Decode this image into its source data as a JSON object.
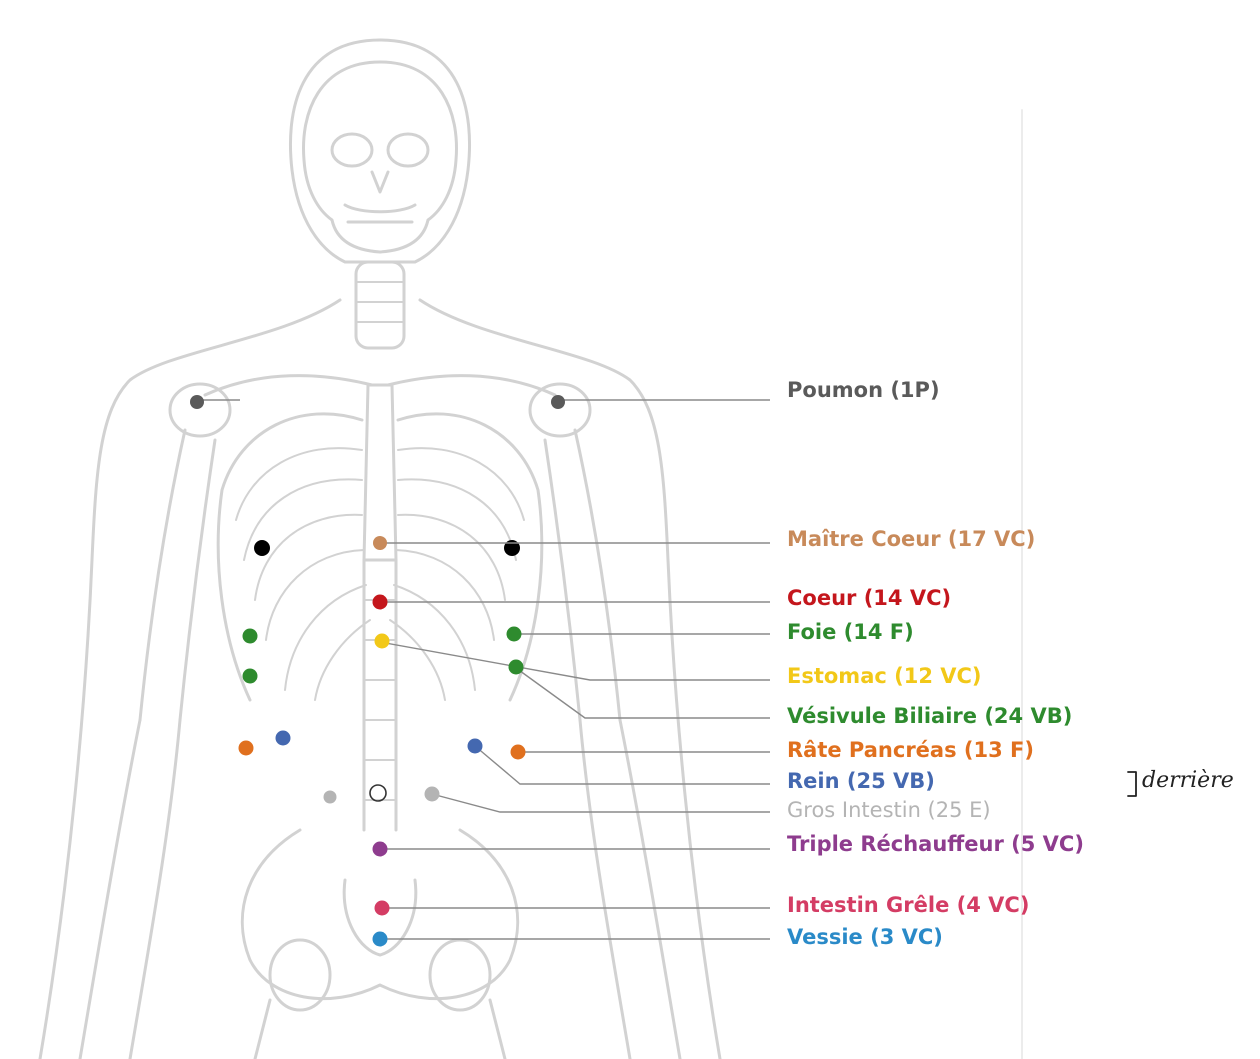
{
  "labels": [
    {
      "text": "Poumon (1P)",
      "color": "#5a5a5a"
    },
    {
      "text": "Maître Coeur (17 VC)",
      "color": "#c88a5a"
    },
    {
      "text": "Coeur (14 VC)",
      "color": "#c4161c"
    },
    {
      "text": "Foie (14 F)",
      "color": "#2e8b2e"
    },
    {
      "text": "Estomac (12 VC)",
      "color": "#f2c818"
    },
    {
      "text": "Vésivule Biliaire (24 VB)",
      "color": "#2e8b2e"
    },
    {
      "text": "Râte Pancréas (13 F)",
      "color": "#e0701e"
    },
    {
      "text": "Rein (25 VB)",
      "color": "#4468b0"
    },
    {
      "text": "Gros Intestin (25 E)",
      "color": "#b4b4b4"
    },
    {
      "text": "Triple Réchauffeur (5 VC)",
      "color": "#8e3c8e"
    },
    {
      "text": "Intestin Grêle (4 VC)",
      "color": "#d43c64"
    },
    {
      "text": "Vessie (3 VC)",
      "color": "#2a8ac8"
    }
  ],
  "annotation": {
    "text": "derrière"
  }
}
